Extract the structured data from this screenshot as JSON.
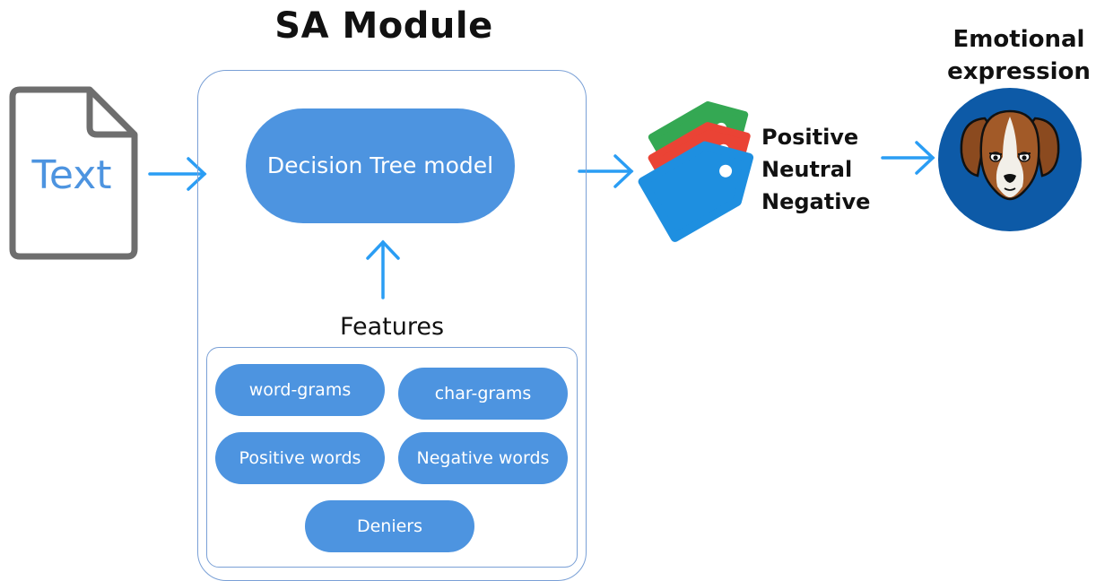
{
  "title": "SA Module",
  "input": {
    "label": "Text"
  },
  "model": {
    "label": "Decision Tree model"
  },
  "features": {
    "label": "Features",
    "items": [
      "word-grams",
      "char-grams",
      "Positive words",
      "Negative words",
      "Deniers"
    ]
  },
  "outputs": [
    "Positive",
    "Neutral",
    "Negative"
  ],
  "emotion": {
    "label_line1": "Emotional",
    "label_line2": "expression"
  },
  "colors": {
    "pill": "#4d94e0",
    "arrow": "#2a9df4",
    "border": "#7aa0d6",
    "tag_green": "#34a853",
    "tag_red": "#ea4335",
    "tag_blue": "#1e8fe0",
    "face_circle": "#0d5aa7"
  },
  "icons": [
    "document-icon",
    "tags-icon",
    "dog-face-icon"
  ]
}
